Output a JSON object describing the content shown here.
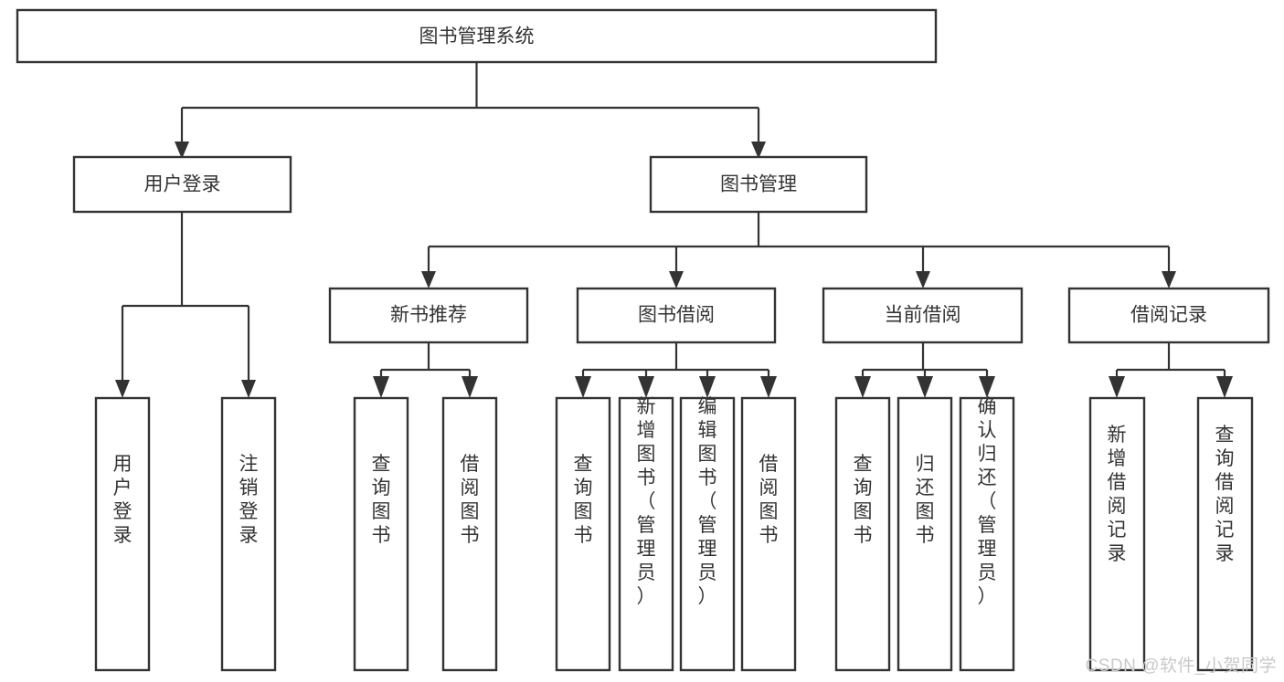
{
  "diagram": {
    "type": "hierarchy-tree",
    "title": "图书管理系统",
    "watermark": "CSDN @软件_小贺同学",
    "colors": {
      "stroke": "#333333",
      "fill": "#ffffff",
      "text": "#333333",
      "watermark": "#c9c9c9"
    },
    "nodes": {
      "root": {
        "label": "图书管理系统",
        "level": 1,
        "orientation": "horizontal"
      },
      "l2": [
        {
          "id": "user-login",
          "label": "用户登录",
          "level": 2,
          "orientation": "horizontal"
        },
        {
          "id": "book-manage",
          "label": "图书管理",
          "level": 2,
          "orientation": "horizontal"
        }
      ],
      "l3": [
        {
          "id": "new-book-rec",
          "label": "新书推荐",
          "level": 3,
          "orientation": "horizontal"
        },
        {
          "id": "book-borrow",
          "label": "图书借阅",
          "level": 3,
          "orientation": "horizontal"
        },
        {
          "id": "current-borrow",
          "label": "当前借阅",
          "level": 3,
          "orientation": "horizontal"
        },
        {
          "id": "borrow-record",
          "label": "借阅记录",
          "level": 3,
          "orientation": "horizontal"
        }
      ],
      "leaves": [
        {
          "id": "leaf-user-login",
          "label": "用户登录",
          "parent": "user-login",
          "orientation": "vertical"
        },
        {
          "id": "leaf-logout",
          "label": "注销登录",
          "parent": "user-login",
          "orientation": "vertical"
        },
        {
          "id": "leaf-query-book-1",
          "label": "查询图书",
          "parent": "new-book-rec",
          "orientation": "vertical"
        },
        {
          "id": "leaf-borrow-book-1",
          "label": "借阅图书",
          "parent": "new-book-rec",
          "orientation": "vertical"
        },
        {
          "id": "leaf-query-book-2",
          "label": "查询图书",
          "parent": "book-borrow",
          "orientation": "vertical"
        },
        {
          "id": "leaf-add-book",
          "label": "新增图书（管理员）",
          "parent": "book-borrow",
          "orientation": "vertical"
        },
        {
          "id": "leaf-edit-book",
          "label": "编辑图书（管理员）",
          "parent": "book-borrow",
          "orientation": "vertical"
        },
        {
          "id": "leaf-borrow-book-2",
          "label": "借阅图书",
          "parent": "book-borrow",
          "orientation": "vertical"
        },
        {
          "id": "leaf-query-book-3",
          "label": "查询图书",
          "parent": "current-borrow",
          "orientation": "vertical"
        },
        {
          "id": "leaf-return-book",
          "label": "归还图书",
          "parent": "current-borrow",
          "orientation": "vertical"
        },
        {
          "id": "leaf-confirm-return",
          "label": "确认归还（管理员）",
          "parent": "current-borrow",
          "orientation": "vertical"
        },
        {
          "id": "leaf-add-record",
          "label": "新增借阅记录",
          "parent": "borrow-record",
          "orientation": "vertical"
        },
        {
          "id": "leaf-query-record",
          "label": "查询借阅记录",
          "parent": "borrow-record",
          "orientation": "vertical"
        }
      ]
    }
  }
}
